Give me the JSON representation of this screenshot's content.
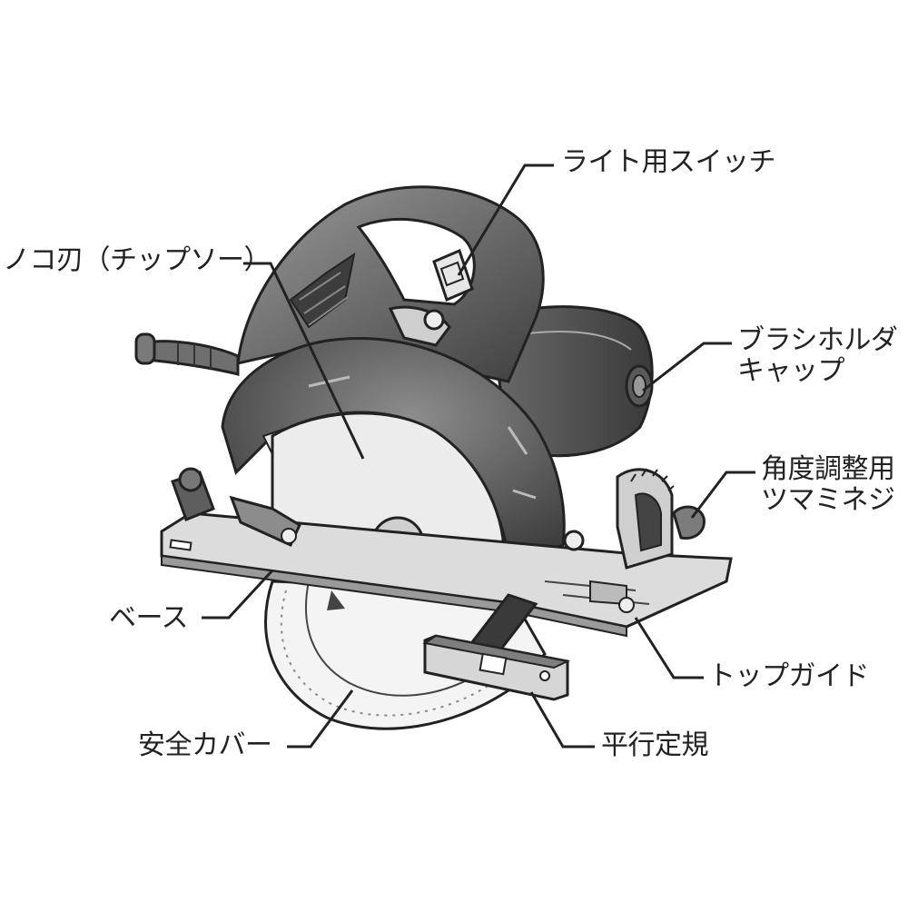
{
  "labels": {
    "light_switch": "ライト用スイッチ",
    "blade": "ノコ刃（チップソー）",
    "brush_holder_cap_line1": "ブラシホルダ",
    "brush_holder_cap_line2": "キャップ",
    "angle_knob_line1": "角度調整用",
    "angle_knob_line2": "ツマミネジ",
    "base": "ベース",
    "top_guide": "トップガイド",
    "safety_cover": "安全カバー",
    "rip_fence": "平行定規"
  },
  "colors": {
    "ink": "#222222",
    "body_dark": "#555555",
    "body_mid": "#888888",
    "body_light": "#cfcfcf",
    "blade": "#e9e9e9"
  },
  "icons": [
    "circular-saw-illustration"
  ]
}
